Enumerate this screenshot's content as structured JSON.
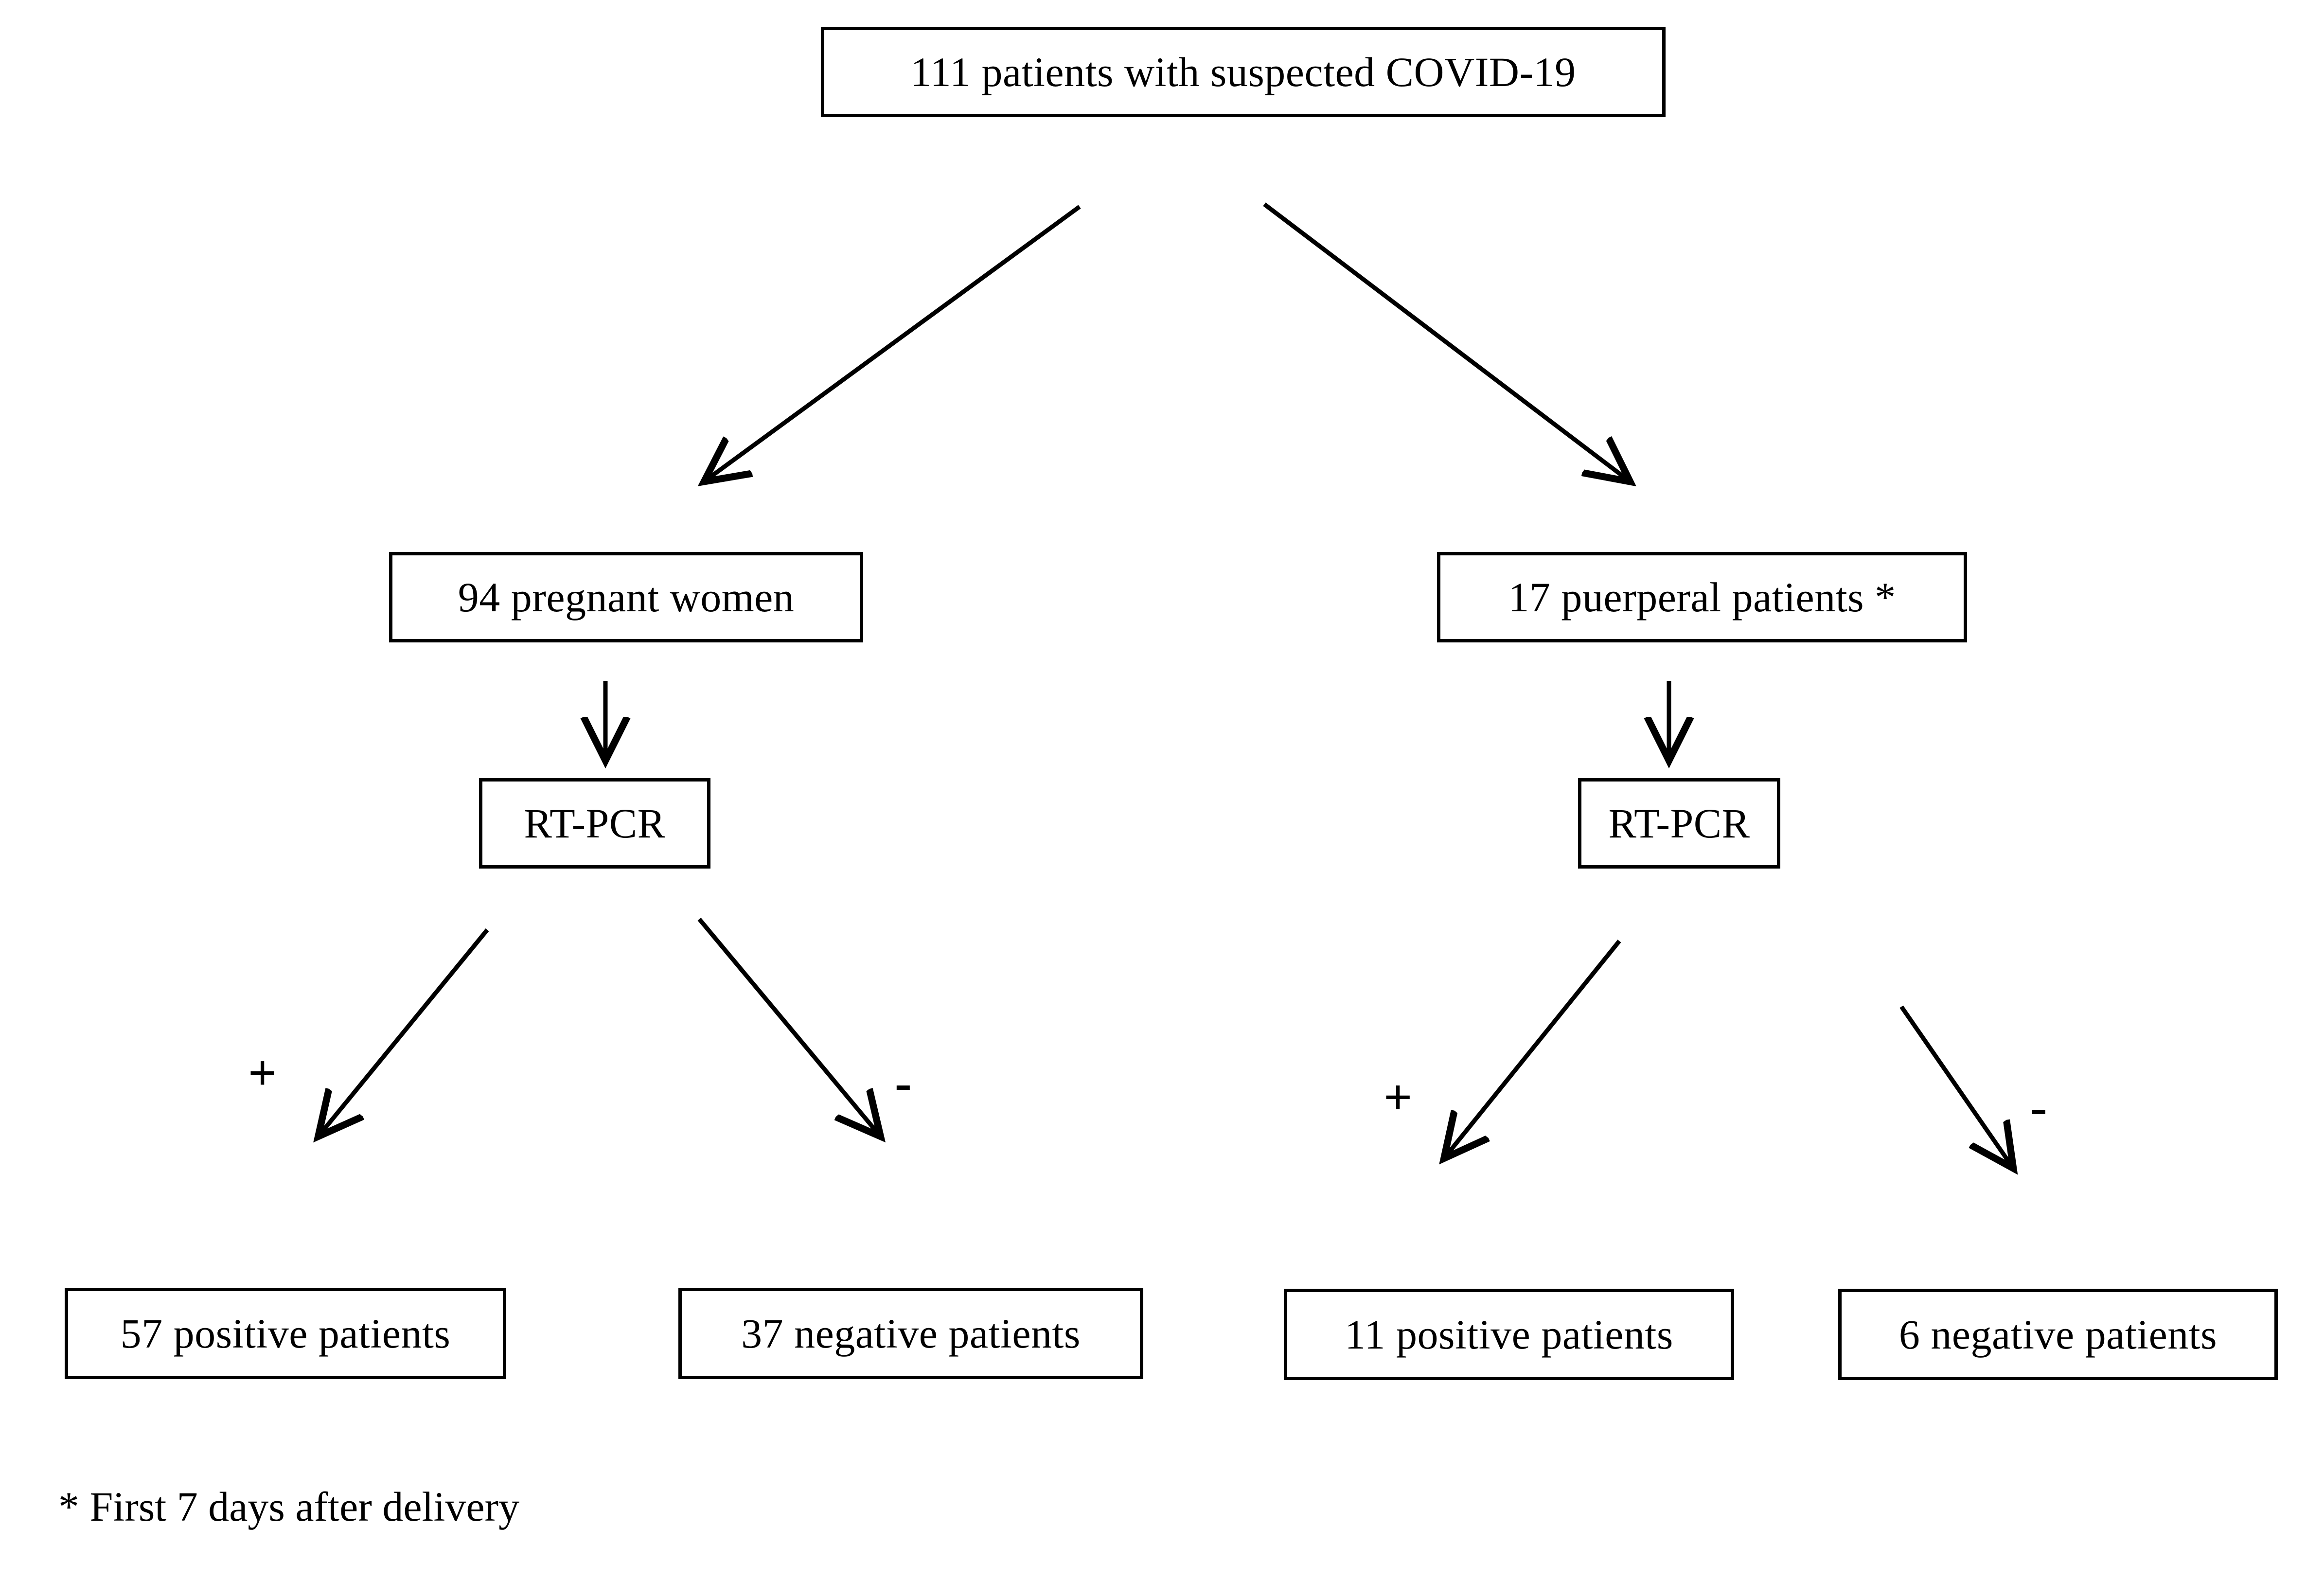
{
  "diagram": {
    "title_text": "111 patients with suspected COVID-19",
    "nodes": {
      "root": "111 patients with suspected COVID-19",
      "pregnant": "94 pregnant women",
      "puerperal": "17 puerperal patients *",
      "rtpcr_left": "RT-PCR",
      "rtpcr_right": "RT-PCR",
      "positive_left": "57 positive patients",
      "negative_left": "37 negative patients",
      "positive_right": "11 positive patients",
      "negative_right": "6 negative patients"
    },
    "edge_labels": {
      "left_positive": "+",
      "left_negative": "-",
      "right_positive": "+",
      "right_negative": "-"
    },
    "footnote": "* First 7 days after delivery",
    "colors": {
      "stroke": "#000000",
      "background": "#ffffff",
      "text": "#000000"
    },
    "counts": {
      "total_suspected": 111,
      "pregnant_women": 94,
      "puerperal_patients": 17,
      "pregnant_positive": 57,
      "pregnant_negative": 37,
      "puerperal_positive": 11,
      "puerperal_negative": 6
    }
  }
}
